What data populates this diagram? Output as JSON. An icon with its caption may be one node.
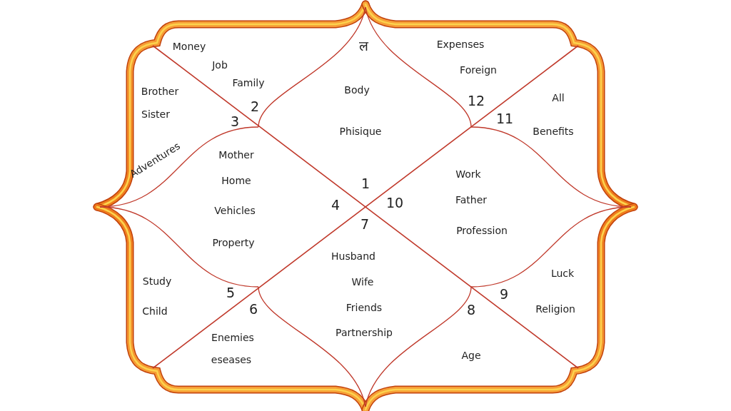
{
  "diagram": {
    "labels": [
      "Money",
      "ल",
      "Expenses",
      "Job",
      "Foreign",
      "Family",
      "Brother",
      "Body",
      "All",
      "12",
      "2",
      "Sister",
      "11",
      "3",
      "Phisique",
      "Benefits",
      "Mother",
      "Adventures",
      "Work",
      "Home",
      "1",
      "Father",
      "4",
      "10",
      "Vehicles",
      "7",
      "Profession",
      "Property",
      "Husband",
      "Luck",
      "Study",
      "Wife",
      "5",
      "9",
      "Friends",
      "6",
      "8",
      "Religion",
      "Child",
      "Partnership",
      "Enemies",
      "Age",
      "eseases"
    ]
  }
}
